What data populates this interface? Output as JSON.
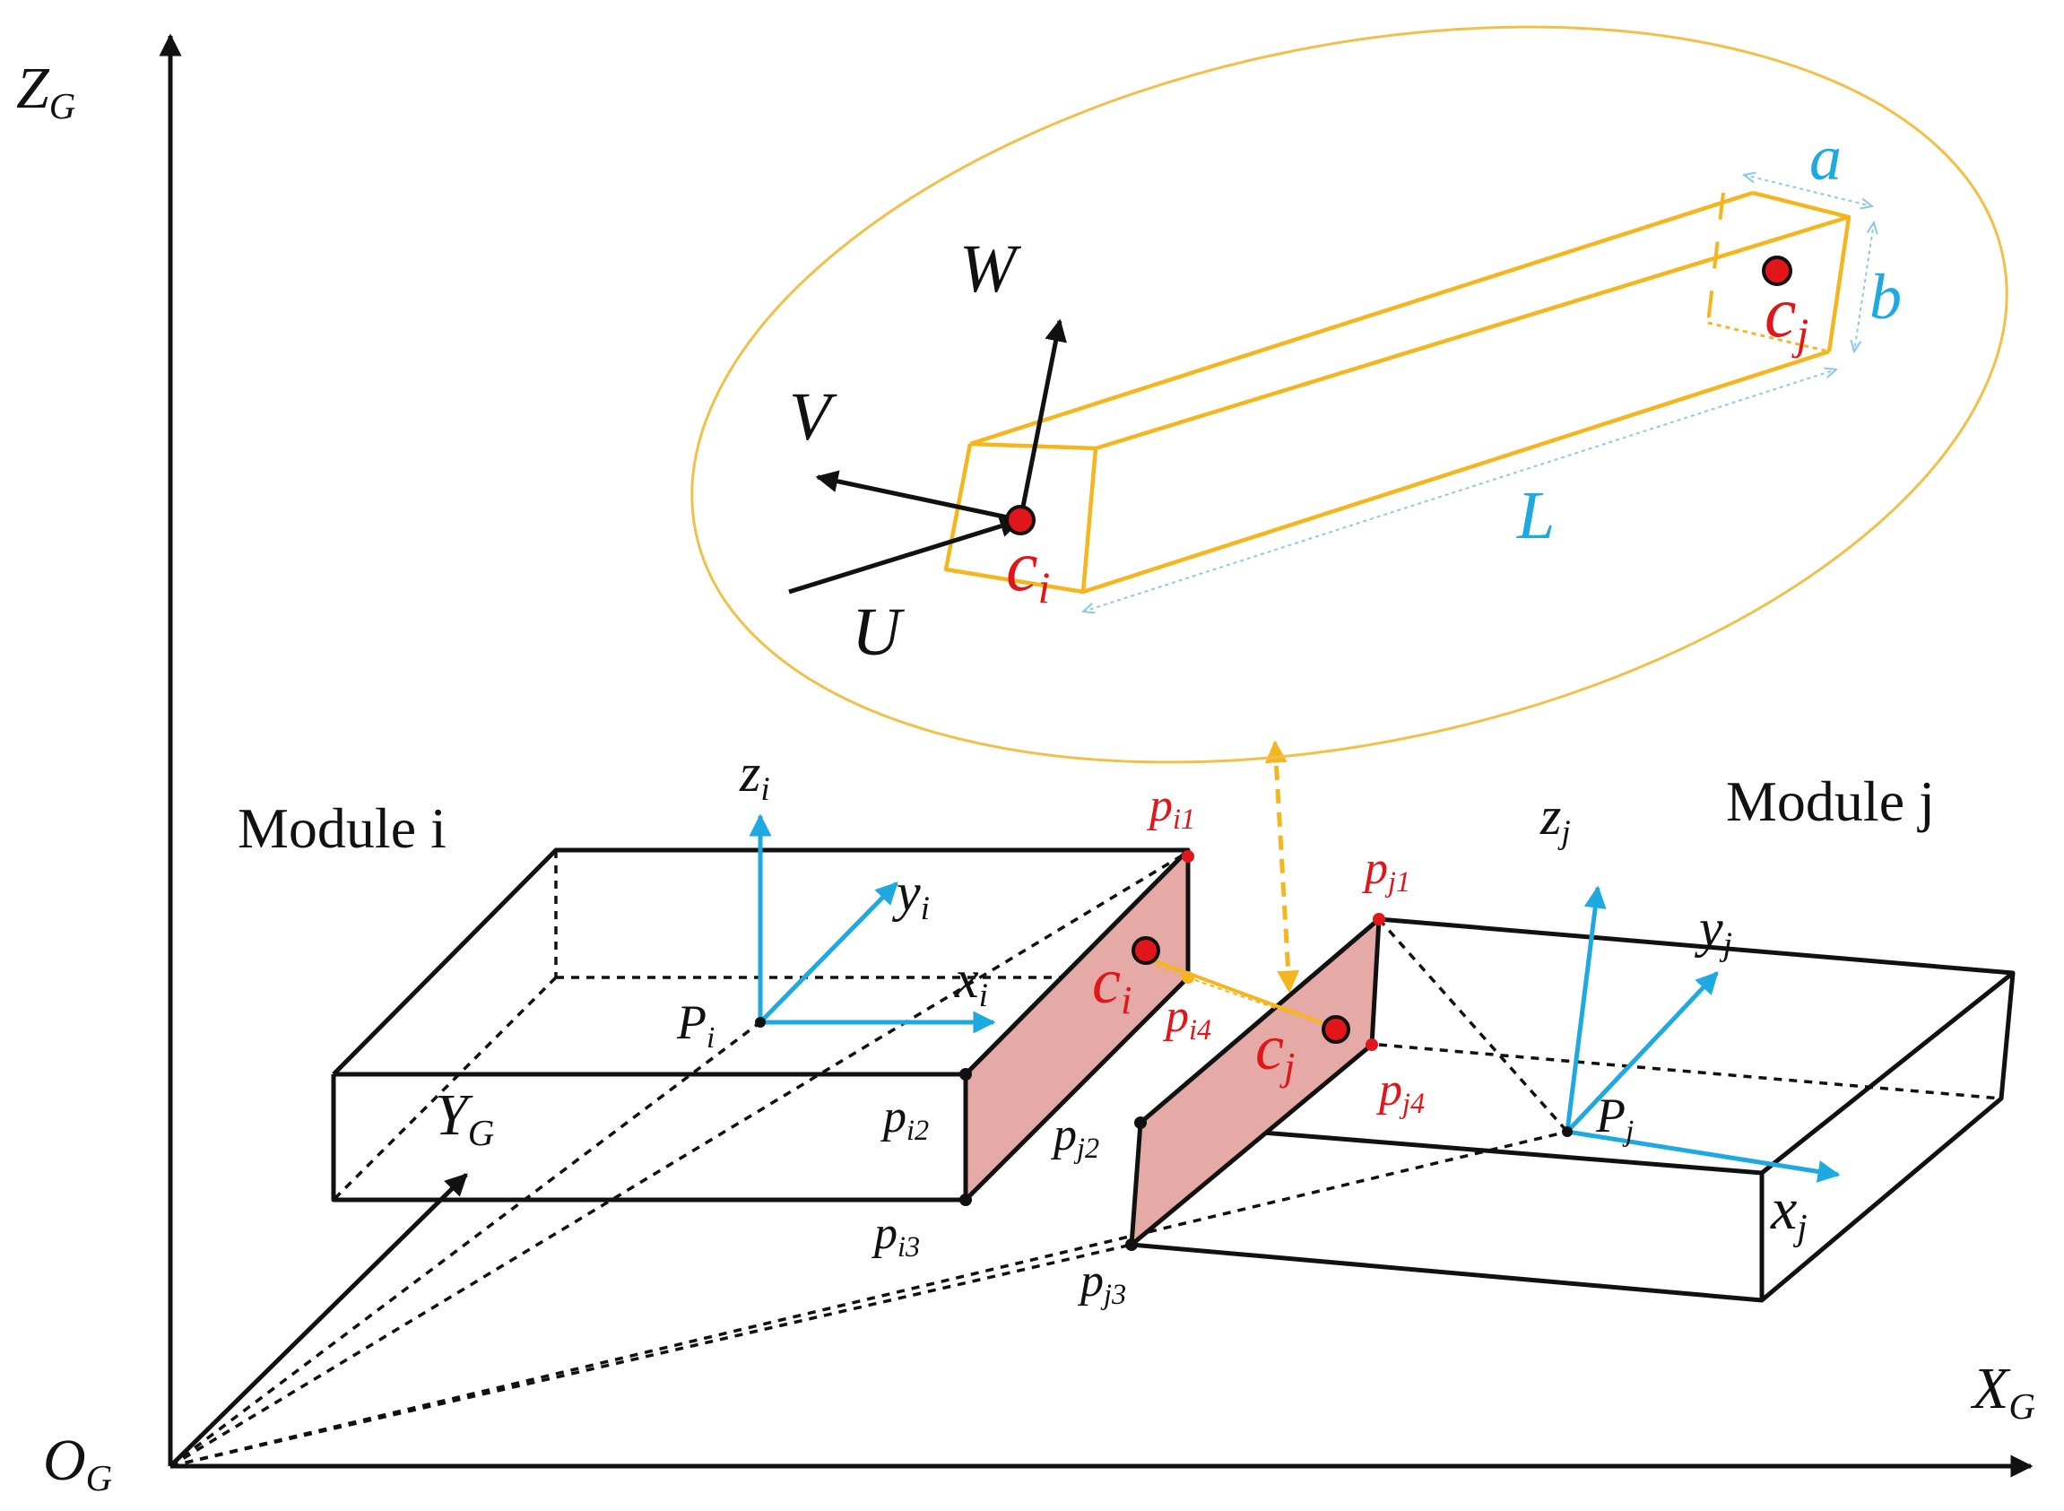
{
  "global_axes": {
    "z": {
      "main": "Z",
      "sub": "G"
    },
    "x": {
      "main": "X",
      "sub": "G"
    },
    "y": {
      "main": "Y",
      "sub": "G"
    },
    "origin": {
      "main": "O",
      "sub": "G"
    }
  },
  "modules": {
    "i": {
      "title": "Module i",
      "z": {
        "main": "z",
        "sub": "i"
      },
      "y": {
        "main": "y",
        "sub": "i"
      },
      "x": {
        "main": "x",
        "sub": "i"
      },
      "P": {
        "main": "P",
        "sub": "i"
      },
      "p1": {
        "main": "p",
        "sub": "i1"
      },
      "p2": {
        "main": "p",
        "sub": "i2"
      },
      "p3": {
        "main": "p",
        "sub": "i3"
      },
      "p4": {
        "main": "p",
        "sub": "i4"
      },
      "c": {
        "main": "c",
        "sub": "i"
      }
    },
    "j": {
      "title": "Module j",
      "z": {
        "main": "z",
        "sub": "j"
      },
      "y": {
        "main": "y",
        "sub": "j"
      },
      "x": {
        "main": "x",
        "sub": "j"
      },
      "P": {
        "main": "P",
        "sub": "j"
      },
      "p1": {
        "main": "p",
        "sub": "j1"
      },
      "p2": {
        "main": "p",
        "sub": "j2"
      },
      "p3": {
        "main": "p",
        "sub": "j3"
      },
      "p4": {
        "main": "p",
        "sub": "j4"
      },
      "c": {
        "main": "c",
        "sub": "j"
      }
    }
  },
  "connector_detail": {
    "axes": {
      "W": "W",
      "V": "V",
      "U": "U"
    },
    "dims": {
      "a": "a",
      "b": "b",
      "L": "L"
    },
    "ci": {
      "main": "c",
      "sub": "i"
    },
    "cj": {
      "main": "c",
      "sub": "j"
    }
  },
  "colors": {
    "outline": "#111111",
    "local_axes": "#1ea9e1",
    "points": "#e0161b",
    "connector": "#f5b51e",
    "contact_face": "#e5a9a6",
    "ellipse": "#f0c04a"
  }
}
